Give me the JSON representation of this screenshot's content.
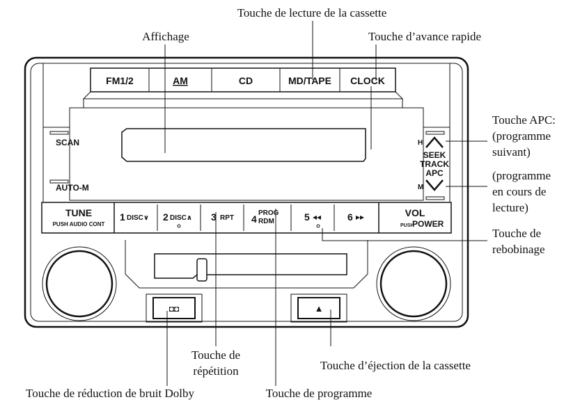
{
  "top_buttons": [
    "FM1/2",
    "AM",
    "CD",
    "MD/TAPE",
    "CLOCK"
  ],
  "side_labels": {
    "scan": "SCAN",
    "auto_m": "AUTO-M",
    "h": "H",
    "m": "M"
  },
  "seek_labels": [
    "SEEK",
    "TRACK",
    "APC"
  ],
  "tune": {
    "main": "TUNE",
    "sub": "PUSH AUDIO CONT"
  },
  "vol": {
    "main": "VOL",
    "sub_small": "PUSH",
    "sub_big": "POWER"
  },
  "presets": [
    {
      "num": "1",
      "txt": "DISC∨"
    },
    {
      "num": "2",
      "txt": "DISC∧"
    },
    {
      "num": "3",
      "txt": "RPT"
    },
    {
      "num": "4",
      "txt_top": "PROG",
      "txt_bot": "RDM"
    },
    {
      "num": "5",
      "txt": "◂◂"
    },
    {
      "num": "6",
      "txt": "▸▸"
    }
  ],
  "dolby_symbol": "◘◘",
  "eject_symbol": "▲",
  "labels": {
    "cassette_play": "Touche de lecture de la cassette",
    "display": "Affichage",
    "fast_forward": "Touche d’avance rapide",
    "apc_1": "Touche APC:",
    "apc_2": "(programme",
    "apc_3": "suivant)",
    "apc_4": "(programme",
    "apc_5": "en cours de",
    "apc_6": "lecture)",
    "rewind_1": "Touche de",
    "rewind_2": "rebobinage",
    "repeat_1": "Touche de",
    "repeat_2": "répétition",
    "eject": "Touche d’éjection de la cassette",
    "dolby": "Touche de réduction de bruit Dolby",
    "program": "Touche de programme"
  }
}
